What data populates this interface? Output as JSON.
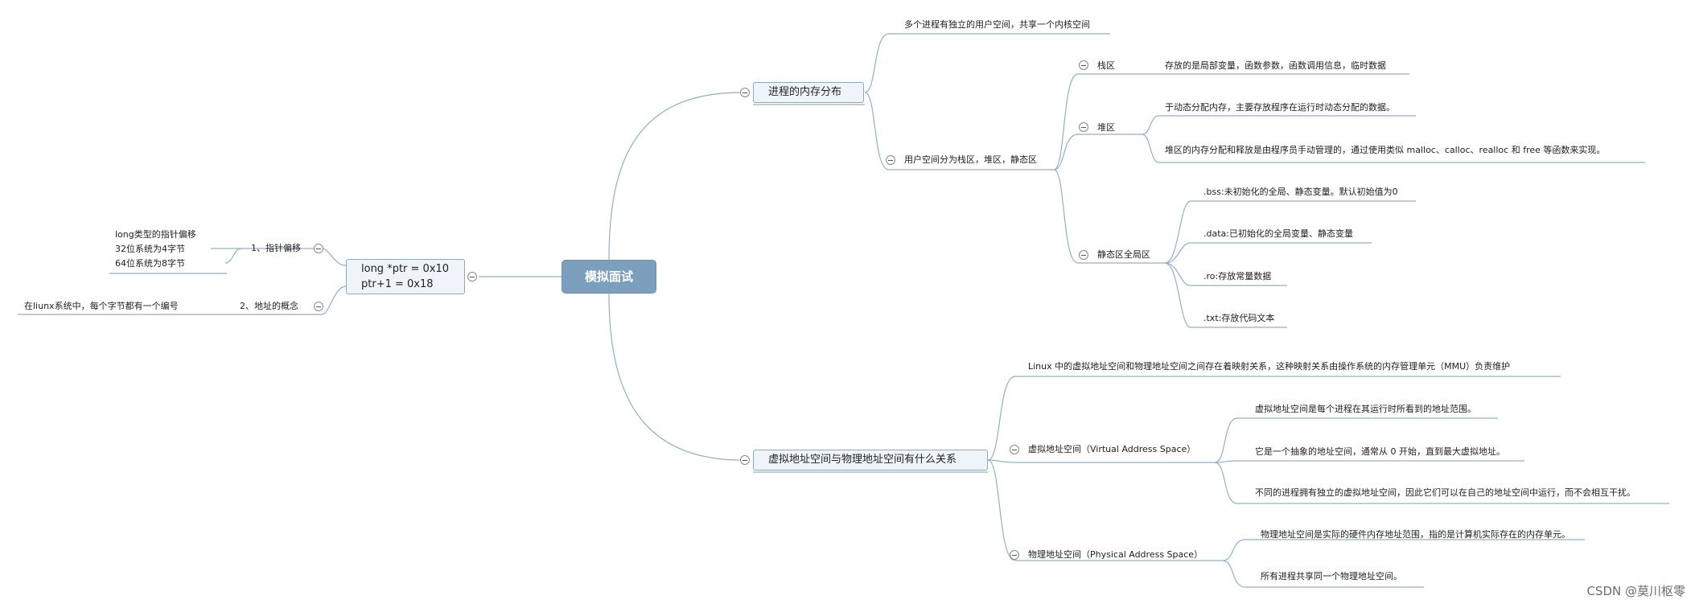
{
  "center": {
    "title": "模拟面试"
  },
  "left": {
    "box": {
      "line1": "long *ptr = 0x10",
      "line2": "ptr+1 = 0x18"
    },
    "pointer_offset": {
      "label": "1、指针偏移",
      "note": "long类型的指针偏移\n32位系统为4字节\n64位系统为8字节"
    },
    "address_concept": {
      "label": "2、地址的概念",
      "note": "在liunx系统中，每个字节都有一个编号"
    }
  },
  "memory": {
    "title": "进程的内存分布",
    "independent": "多个进程有独立的用户空间，共享一个内核空间",
    "user_space": "用户空间分为栈区，堆区，静态区",
    "stack": {
      "label": "栈区",
      "desc": "存放的是局部变量，函数参数，函数调用信息，临时数据"
    },
    "heap": {
      "label": "堆区",
      "desc1": "于动态分配内存，主要存放程序在运行时动态分配的数据。",
      "desc2": "堆区的内存分配和释放是由程序员手动管理的，通过使用类似 malloc、calloc、realloc 和 free 等函数来实现。"
    },
    "static_area": {
      "label": "静态区全局区",
      "items": [
        ".bss:未初始化的全局、静态变量。默认初始值为0",
        ".data:已初始化的全局变量、静态变量",
        ".ro:存放常量数据",
        ".txt:存放代码文本"
      ]
    }
  },
  "address": {
    "title": "虚拟地址空间与物理地址空间有什么关系",
    "mapping": "Linux 中的虚拟地址空间和物理地址空间之间存在着映射关系，这种映射关系由操作系统的内存管理单元（MMU）负责维护",
    "virtual": {
      "label": "虚拟地址空间（Virtual Address Space）",
      "items": [
        "虚拟地址空间是每个进程在其运行时所看到的地址范围。",
        "它是一个抽象的地址空间，通常从 0 开始，直到最大虚拟地址。",
        "不同的进程拥有独立的虚拟地址空间，因此它们可以在自己的地址空间中运行，而不会相互干扰。"
      ]
    },
    "physical": {
      "label": "物理地址空间（Physical Address Space）",
      "items": [
        "物理地址空间是实际的硬件内存地址范围，指的是计算机实际存在的内存单元。",
        "所有进程共享同一个物理地址空间。"
      ]
    }
  },
  "watermark": "CSDN @莫川枢零",
  "colors": {
    "line": "#93afc5",
    "center_fill": "#7b9fbd",
    "box_fill": "#eef4f9",
    "box_border": "#8ea8bf"
  }
}
